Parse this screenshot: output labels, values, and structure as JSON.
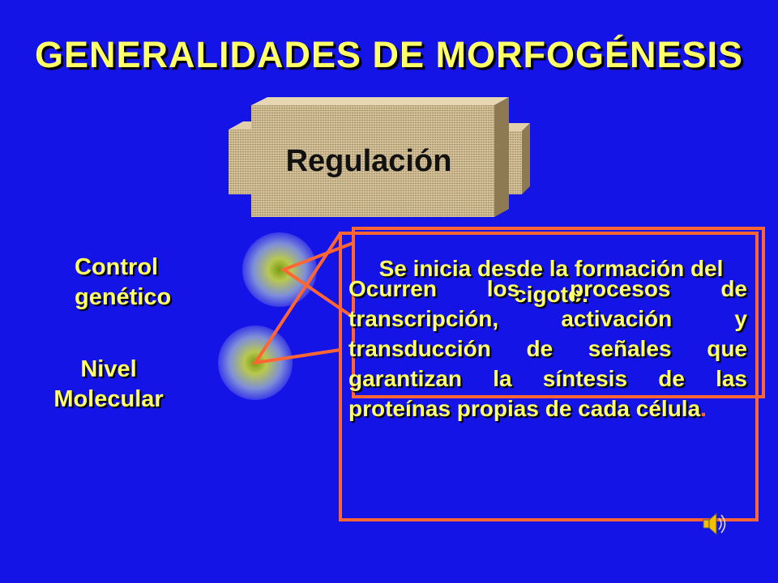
{
  "slide": {
    "title": "GENERALIDADES DE  MORFOGÉNESIS",
    "plaque_label": "Regulación",
    "left_labels": {
      "control": [
        "Control",
        "genético"
      ],
      "nivel": [
        "Nivel",
        "Molecular"
      ]
    },
    "box_one_text": "Se inicia desde la formación del cigoto.",
    "box_two_text": "Ocurren los procesos de transcripción, activación y transducción de señales que garantizan la síntesis de las proteínas propias de cada célula",
    "box_two_end": "."
  },
  "colors": {
    "background": "#1414e6",
    "title": "#ffff66",
    "box_border": "#ff6633",
    "plaque": "#c8b48a"
  },
  "icons": {
    "speaker": "speaker-icon"
  }
}
